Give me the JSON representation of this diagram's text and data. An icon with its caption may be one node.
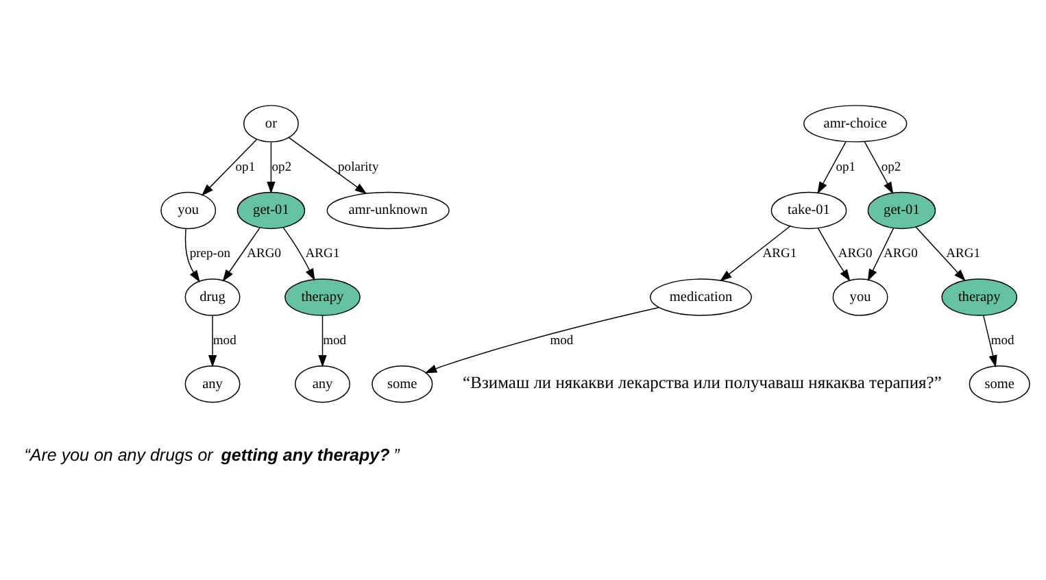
{
  "diagram": {
    "nodes": [
      {
        "text": [
          "or"
        ]
      },
      {
        "text": [
          "you"
        ]
      },
      {
        "text": [
          "get-01"
        ]
      },
      {
        "text": [
          "amr-unknown"
        ]
      },
      {
        "text": [
          "drug"
        ]
      },
      {
        "text": [
          "therapy"
        ]
      },
      {
        "text": [
          "any"
        ]
      },
      {
        "text": [
          "any"
        ]
      },
      {
        "text": [
          "amr-choice"
        ]
      },
      {
        "text": [
          "take-01"
        ]
      },
      {
        "text": [
          "get-01"
        ]
      },
      {
        "text": [
          "medication"
        ]
      },
      {
        "text": [
          "you"
        ]
      },
      {
        "text": [
          "therapy"
        ]
      },
      {
        "text": [
          "some"
        ]
      },
      {
        "text": [
          "some"
        ]
      }
    ],
    "edges": [
      {
        "from": 0,
        "to": 1,
        "arrow": "to",
        "label": "op1"
      },
      {
        "from": 0,
        "to": 2,
        "arrow": "to",
        "label": "op2"
      },
      {
        "from": 0,
        "to": 3,
        "arrow": "to",
        "label": "polarity"
      },
      {
        "from": 1,
        "to": 4,
        "arrow": "to",
        "label": "prep-on"
      },
      {
        "from": 2,
        "to": 4,
        "arrow": "to",
        "label": "ARG0"
      },
      {
        "from": 2,
        "to": 5,
        "arrow": "to",
        "label": "ARG1"
      },
      {
        "from": 4,
        "to": 6,
        "arrow": "to",
        "label": "mod"
      },
      {
        "from": 5,
        "to": 7,
        "arrow": "to",
        "label": "mod"
      },
      {
        "from": 8,
        "to": 9,
        "arrow": "to",
        "label": "op1"
      },
      {
        "from": 8,
        "to": 10,
        "arrow": "to",
        "label": "op2"
      },
      {
        "from": 9,
        "to": 11,
        "arrow": "to",
        "label": "ARG1"
      },
      {
        "from": 9,
        "to": 12,
        "arrow": "to",
        "label": "ARG0"
      },
      {
        "from": 10,
        "to": 12,
        "arrow": "to",
        "label": "ARG0"
      },
      {
        "from": 10,
        "to": 13,
        "arrow": "to",
        "label": "ARG1"
      },
      {
        "from": 11,
        "to": 14,
        "arrow": "to",
        "label": "mod"
      },
      {
        "from": 13,
        "to": 15,
        "arrow": "to",
        "label": "mod"
      }
    ],
    "labels": [
      "“Are you on any drugs or **getting any therapy?**”",
      "“Взимаш ли някакви лекарства или получаваш някаква терапия?”"
    ]
  }
}
